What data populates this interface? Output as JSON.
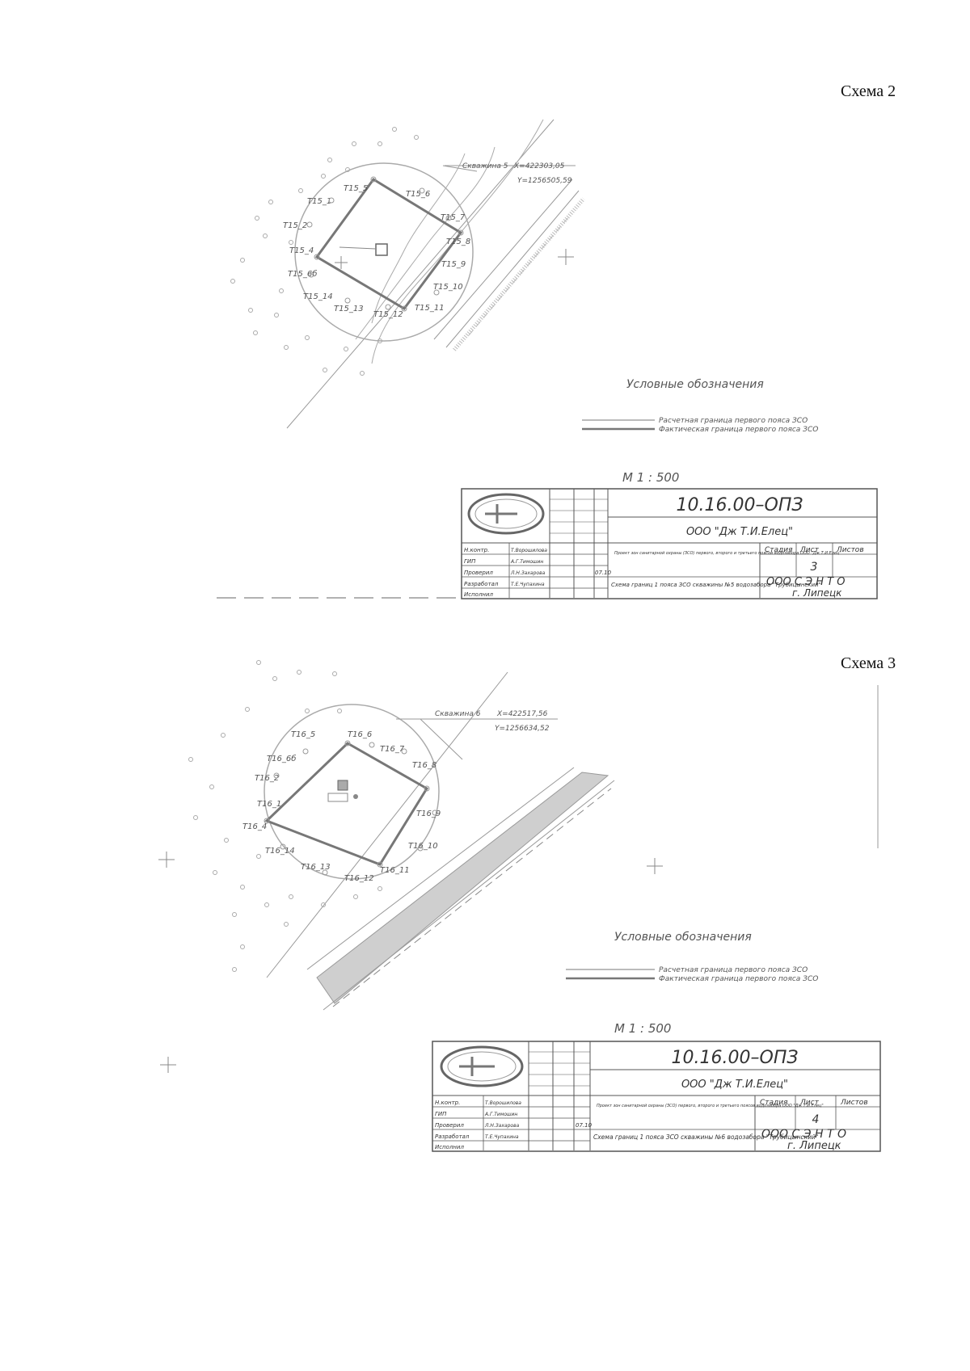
{
  "schemes": [
    {
      "label": "Схема 2",
      "well": {
        "name": "Скважина 5",
        "x": "X=422303,05",
        "y": "Y=1256505,59"
      },
      "points": [
        "Т15_1",
        "Т15_2",
        "Т15_4",
        "Т15_5",
        "Т15_6",
        "Т15_7",
        "Т15_8",
        "Т15_9",
        "Т15_10",
        "Т15_11",
        "Т15_12",
        "Т15_13",
        "Т15_14",
        "Т15_6б"
      ],
      "legend": {
        "title": "Условные обозначения",
        "item1": "Расчетная граница первого пояса ЗСО",
        "item2": "Фактическая граница первого пояса ЗСО"
      },
      "scale": "М 1 : 500",
      "title_block": {
        "code": "10.16.00–ОПЗ",
        "org": "ООО \"Дж Т.И.Елец\"",
        "project": "Проект зон санитарной охраны (ЗСО) первого, второго и третьего поясов водозабора ООО \"Дж Т.И.Елец\"",
        "stage_label": "Стадия",
        "sheet_label": "Лист",
        "sheets_label": "Листов",
        "sheet_no": "3",
        "drawing_name": "Схема границ 1 пояса ЗСО скважины №5 водозабора \"Трубицынский\"",
        "company": "ООО С Э Н Т О",
        "city": "г. Липецк",
        "date": "07.10",
        "roles": [
          "Н.контр.",
          "ГИП",
          "Проверил",
          "Разработал",
          "Исполнил"
        ],
        "names": [
          "Т.Ворошилова",
          "А.Г.Тимошин",
          "Л.Н.Захарова",
          "Т.Е.Чупахина",
          ""
        ]
      }
    },
    {
      "label": "Схема 3",
      "well": {
        "name": "Скважина 6",
        "x": "X=422517,56",
        "y": "Y=1256634,52"
      },
      "points": [
        "Т16_1",
        "Т16_2",
        "Т16_4",
        "Т16_5",
        "Т16_6",
        "Т16_7",
        "Т16_8",
        "Т16_9",
        "Т16_10",
        "Т16_11",
        "Т16_12",
        "Т16_13",
        "Т16_14",
        "Т16_6б"
      ],
      "legend": {
        "title": "Условные обозначения",
        "item1": "Расчетная граница первого пояса ЗСО",
        "item2": "Фактическая граница первого пояса ЗСО"
      },
      "scale": "М 1 : 500",
      "title_block": {
        "code": "10.16.00–ОПЗ",
        "org": "ООО \"Дж Т.И.Елец\"",
        "project": "Проект зон санитарной охраны (ЗСО) первого, второго и третьего поясов водозабора ООО \"Дж Т.И.Елец\"",
        "stage_label": "Стадия",
        "sheet_label": "Лист",
        "sheets_label": "Листов",
        "sheet_no": "4",
        "drawing_name": "Схема границ 1 пояса ЗСО скважины №6 водозабора \"Трубицынский\"",
        "company": "ООО С Э Н Т О",
        "city": "г. Липецк",
        "date": "07.10",
        "roles": [
          "Н.контр.",
          "ГИП",
          "Проверил",
          "Разработал",
          "Исполнил"
        ],
        "names": [
          "Т.Ворошилова",
          "А.Г.Тимошин",
          "Л.Н.Захарова",
          "Т.Е.Чупахина",
          ""
        ]
      }
    }
  ]
}
